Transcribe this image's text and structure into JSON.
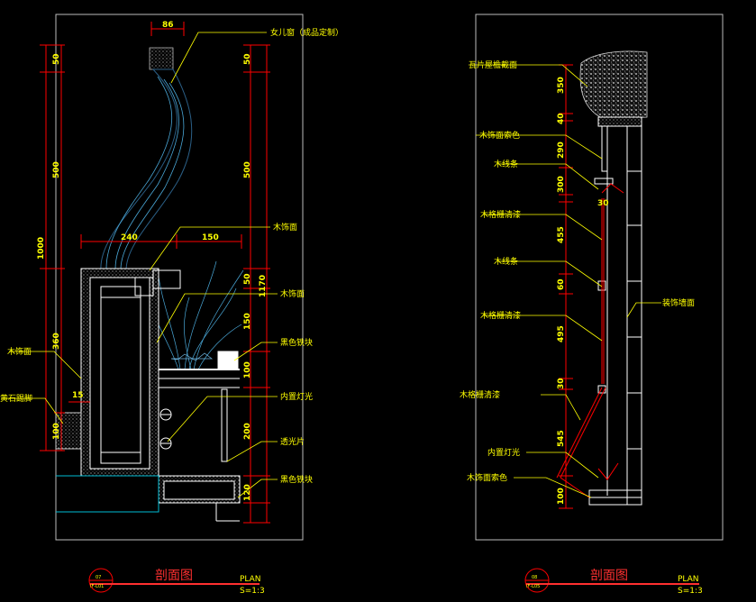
{
  "left": {
    "leaders": [
      "女儿窗（成品定制）",
      "木饰面",
      "木饰面",
      "黑色铁块",
      "内置灯光",
      "透光片",
      "黑色铁块",
      "木饰面",
      "黄石踢脚"
    ],
    "dims": [
      "86",
      "50",
      "50",
      "500",
      "500",
      "1000",
      "240",
      "150",
      "50",
      "1170",
      "360",
      "150",
      "100",
      "15",
      "200",
      "100",
      "120"
    ],
    "title": {
      "number": "07",
      "ref": "IF-L01",
      "name": "剖面图",
      "plan": "PLAN",
      "scale": "S=1:3"
    }
  },
  "right": {
    "leaders": [
      "瓦片屋檐截面",
      "木饰面索色",
      "木线条",
      "木格栅清漆",
      "木线条",
      "木格栅清漆",
      "木格栅清漆",
      "内置灯光",
      "木饰面索色",
      "装饰墙面"
    ],
    "dims": [
      "350",
      "40",
      "290",
      "300",
      "30",
      "455",
      "60",
      "495",
      "30",
      "545",
      "100"
    ],
    "title": {
      "number": "08",
      "ref": "IF-L05",
      "name": "剖面图",
      "plan": "PLAN",
      "scale": "S=1:3"
    }
  }
}
